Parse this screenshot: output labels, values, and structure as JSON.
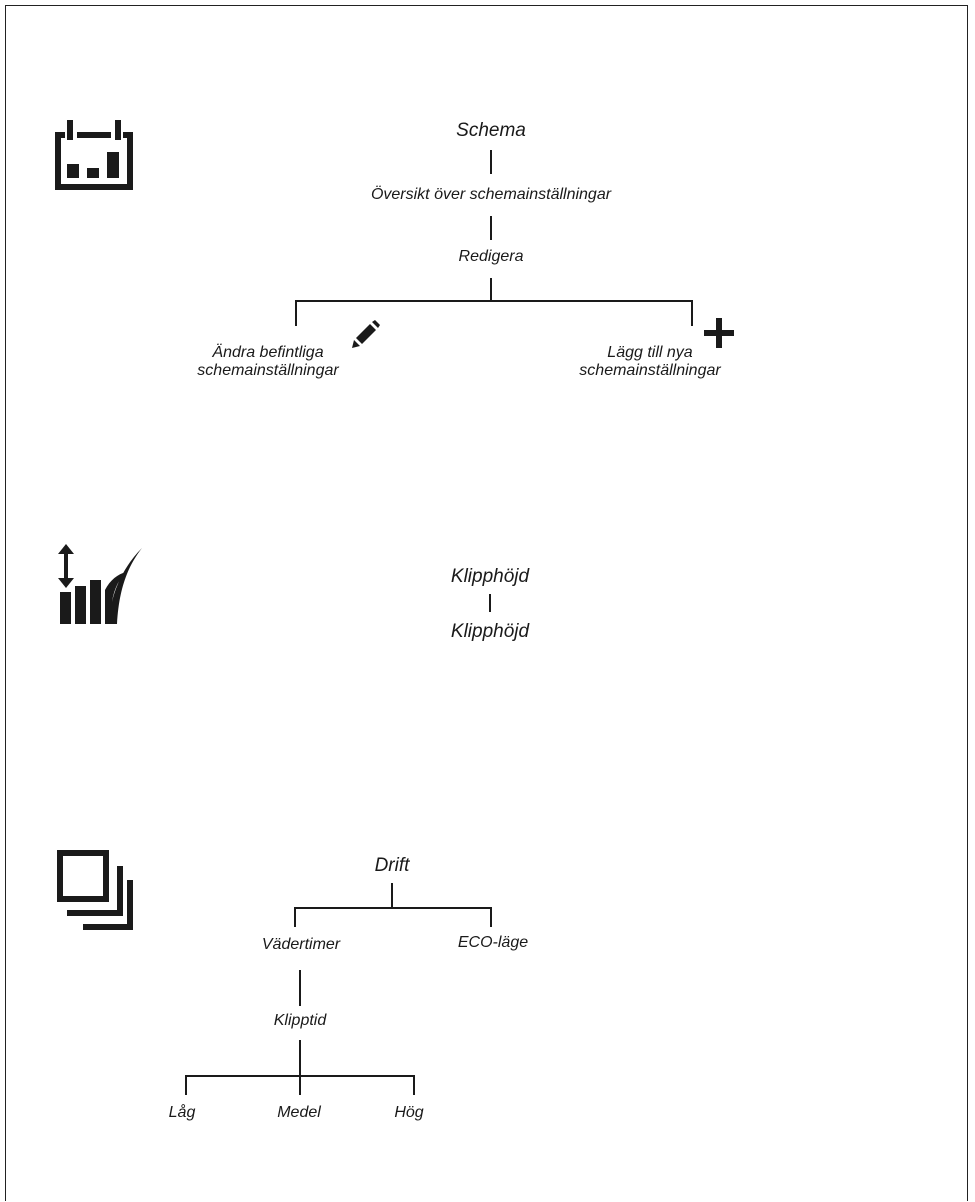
{
  "colors": {
    "ink": "#1a1a1a",
    "background": "#ffffff"
  },
  "sections": {
    "schedule": {
      "icon": "calendar-chart-icon",
      "root": "Schema",
      "level1": "Översikt över schemainställningar",
      "level2": "Redigera",
      "children": [
        {
          "label_line1": "Ändra befintliga",
          "label_line2": "schemainställningar",
          "icon": "pencil-icon"
        },
        {
          "label_line1": "Lägg till nya",
          "label_line2": "schemainställningar",
          "icon": "plus-icon"
        }
      ]
    },
    "cutting_height": {
      "icon": "cutting-height-icon",
      "root": "Klipphöjd",
      "child": "Klipphöjd"
    },
    "operation": {
      "icon": "stacked-windows-icon",
      "root": "Drift",
      "children": [
        "Vädertimer",
        "ECO-läge"
      ],
      "weather_timer_child": "Klipptid",
      "leaves": [
        "Låg",
        "Medel",
        "Hög"
      ]
    }
  }
}
